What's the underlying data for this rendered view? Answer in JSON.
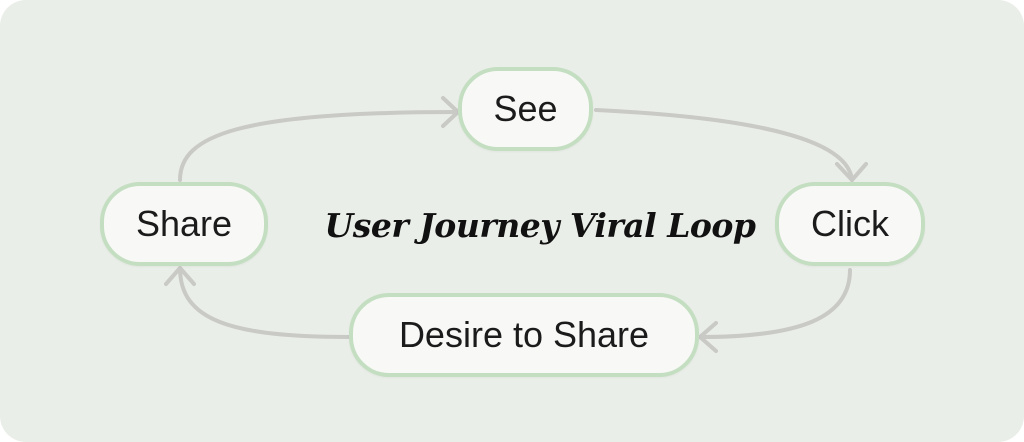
{
  "diagram": {
    "title": "User Journey Viral Loop",
    "steps": [
      {
        "id": "see",
        "label": "See"
      },
      {
        "id": "click",
        "label": "Click"
      },
      {
        "id": "desire",
        "label": "Desire to Share"
      },
      {
        "id": "share",
        "label": "Share"
      }
    ],
    "connections": [
      {
        "from": "Share",
        "to": "See"
      },
      {
        "from": "See",
        "to": "Click"
      },
      {
        "from": "Click",
        "to": "Desire to Share"
      },
      {
        "from": "Desire to Share",
        "to": "Share"
      }
    ],
    "colors": {
      "background": "#eaeee8",
      "node_fill": "#f8f9f6",
      "node_border": "#c4dec1",
      "arrow": "#c9c9c6",
      "text": "#1b1b1b"
    }
  }
}
